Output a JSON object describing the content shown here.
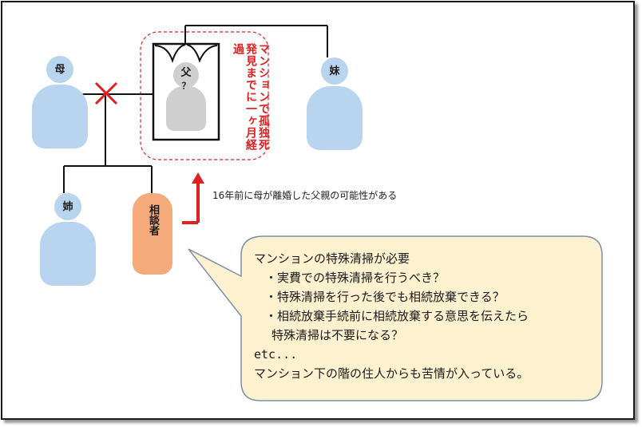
{
  "people": {
    "mother": "母",
    "father": "父",
    "father_unknown": "？",
    "sister_younger": "妹",
    "sister_elder": "姉",
    "consultant": "相談者"
  },
  "father_note": "マンションで孤独死 発見までに一ヶ月経過",
  "arrow_note": "16年前に母が離婚した父親の可能性がある",
  "bubble": {
    "title": "マンションの特殊清掃が必要",
    "items": [
      "・実費での特殊清掃を行うべき？",
      "・特殊清掃を行った後でも相続放棄できる？",
      "・相続放棄手続前に相続放棄する意思を伝えたら",
      "特殊清掃は不要になる？"
    ],
    "etc": "etc...",
    "footer": "マンション下の階の住人からも苦情が入っている。"
  },
  "colors": {
    "person_blue": "#b8d4ef",
    "person_orange": "#f4aa7a",
    "person_gray": "#cfcfcf",
    "accent_red": "#e02020",
    "bubble_fill": "#fdf1cf",
    "bubble_stroke": "#7a8fa8"
  }
}
